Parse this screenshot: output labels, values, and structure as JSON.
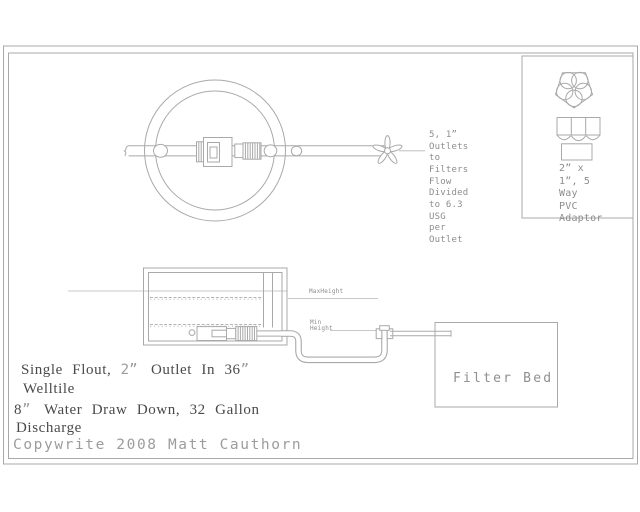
{
  "theme": {
    "line_color": "#a9a9a9",
    "line_thin_color": "#b6b6b6",
    "title_text_color": "#4a4a4a",
    "cad_text_color": "#9c9c9c",
    "annotation_color": "#8d8d8d",
    "paper_color": "#ffffff"
  },
  "plan_view": {
    "outlet_note_lines": [
      "5, 1”",
      "Outlets",
      "to",
      "Filters",
      "Flow",
      "Divided",
      "to 6.3",
      "USG",
      "per",
      "Outlet"
    ]
  },
  "detail_box": {
    "caption_lines": [
      "2” x",
      "1”, 5",
      "Way",
      "PVC",
      "Adaptor"
    ]
  },
  "side_view": {
    "max_height_label": "MaxHeight",
    "min_height_lines": [
      "Min",
      "Height"
    ],
    "filter_bed_label": "Filter Bed"
  },
  "title_block": {
    "line1_segments": [
      {
        "t": "Single Flout, ",
        "c": "seg-serif"
      },
      {
        "t": "2” ",
        "c": "seg-cad"
      },
      {
        "t": "Outlet In 36",
        "c": "seg-serif"
      },
      {
        "t": "”",
        "c": "seg-cad"
      }
    ],
    "line2": "Welltile",
    "line3_segments": [
      {
        "t": "8",
        "c": "seg-serif"
      },
      {
        "t": "” ",
        "c": "seg-cad"
      },
      {
        "t": "Water Draw Down, 32 Gallon",
        "c": "seg-serif"
      }
    ],
    "line4": "Discharge",
    "copyright": "Copywrite 2008 Matt Cauthorn"
  }
}
